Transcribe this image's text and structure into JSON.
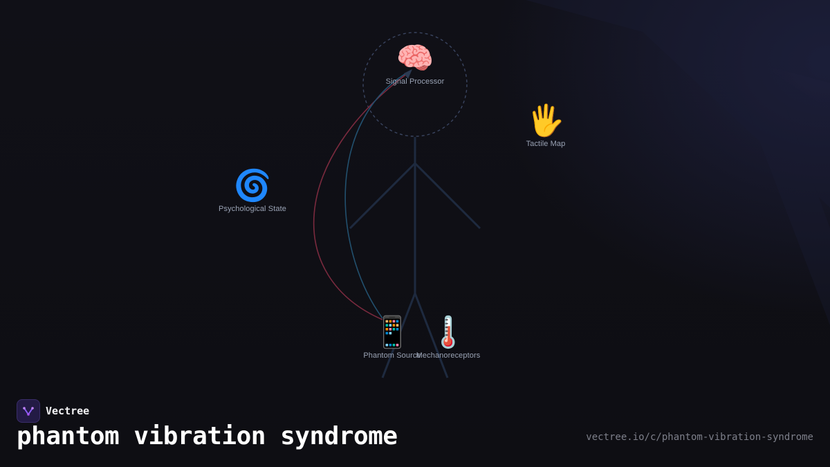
{
  "brand": {
    "name": "Vectree",
    "accent": "#8b5cf6"
  },
  "title": "phantom vibration syndrome",
  "url": "vectree.io/c/phantom-vibration-syndrome",
  "nodes": [
    {
      "id": "signal-processor",
      "label": "Signal Processor",
      "icon": "brain-icon",
      "glyph": "🧠"
    },
    {
      "id": "tactile-map",
      "label": "Tactile Map",
      "icon": "raised-hand-icon",
      "glyph": "🖐️"
    },
    {
      "id": "psychological-state",
      "label": "Psychological State",
      "icon": "cyclone-icon",
      "glyph": "🌀"
    },
    {
      "id": "phantom-source",
      "label": "Phantom Source",
      "icon": "mobile-phone-icon",
      "glyph": "📱"
    },
    {
      "id": "mechanoreceptors",
      "label": "Mechanoreceptors",
      "icon": "thermometer-icon",
      "glyph": "🌡️"
    }
  ],
  "colors": {
    "background": "#0f0f14",
    "skeleton": "#1e2a3f",
    "connector_red": "#7a2a3e",
    "connector_blue": "#22506e",
    "label": "#9aa3b5"
  }
}
